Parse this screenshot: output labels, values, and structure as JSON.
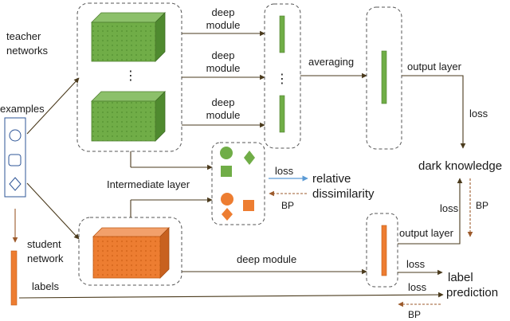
{
  "labels": {
    "teacher_line1": "teacher",
    "teacher_line2": "networks",
    "examples": "examples",
    "student_line1": "student",
    "student_line2": "network",
    "labels": "labels",
    "deep_module_line1": "deep",
    "deep_module_line2": "module",
    "vertical_dots": "⋮",
    "averaging": "averaging",
    "output_layer_top": "output layer",
    "loss_top": "loss",
    "dark_knowledge": "dark knowledge",
    "intermediate_layer": "Intermediate layer",
    "relative_line1": "relative",
    "relative_line2": "dissimilarity",
    "loss_rel": "loss",
    "bp_rel": "BP",
    "loss_dark": "loss",
    "bp_dark": "BP",
    "output_layer_student": "output layer",
    "deep_module_student": "deep module",
    "loss_label": "loss",
    "loss_labels_line": "loss",
    "label_pred_line1": "label",
    "label_pred_line2": "prediction",
    "bp_bottom": "BP"
  },
  "colors": {
    "teacher_green": "#70ad47",
    "teacher_green_dark": "#4f7f2f",
    "student_orange": "#ed7d31",
    "student_orange_dark": "#c05a14",
    "arrow_brown": "#4a3a1c",
    "loss_blue": "#5b9bd5",
    "bp_brown": "#9c5a2b",
    "input_box_stroke": "#2e5597"
  }
}
